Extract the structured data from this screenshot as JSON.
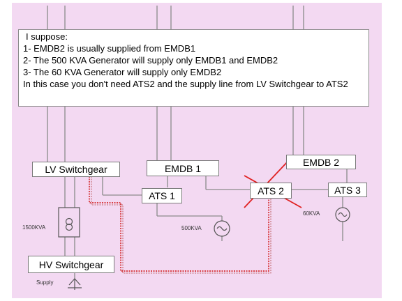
{
  "note": {
    "lines": [
      "I suppose:",
      "1- EMDB2 is usually supplied from EMDB1",
      "2- The 500 KVA Generator will supply only EMDB1 and EMDB2",
      "3- The 60 KVA Generator will supply only  EMDB2",
      "In this case you don't need ATS2 and the supply line from LV Switchgear to ATS2"
    ]
  },
  "boxes": {
    "lv_switchgear": "LV Switchgear",
    "emdb1": "EMDB 1",
    "emdb2": "EMDB 2",
    "ats1": "ATS 1",
    "ats2": "ATS 2",
    "ats3": "ATS 3",
    "hv_switchgear": "HV Switchgear"
  },
  "labels": {
    "transformer_rating": "1500KVA",
    "generator_500": "500KVA",
    "generator_60": "60KVA",
    "supply": "Supply"
  },
  "colors": {
    "background": "#f3d9f2",
    "wire": "#8a8a8a",
    "cross": "#e02020",
    "highlight_path": "#d01010"
  },
  "icons": [
    "transformer-icon",
    "generator-icon",
    "supply-arrow-icon",
    "cross-out-mark"
  ]
}
